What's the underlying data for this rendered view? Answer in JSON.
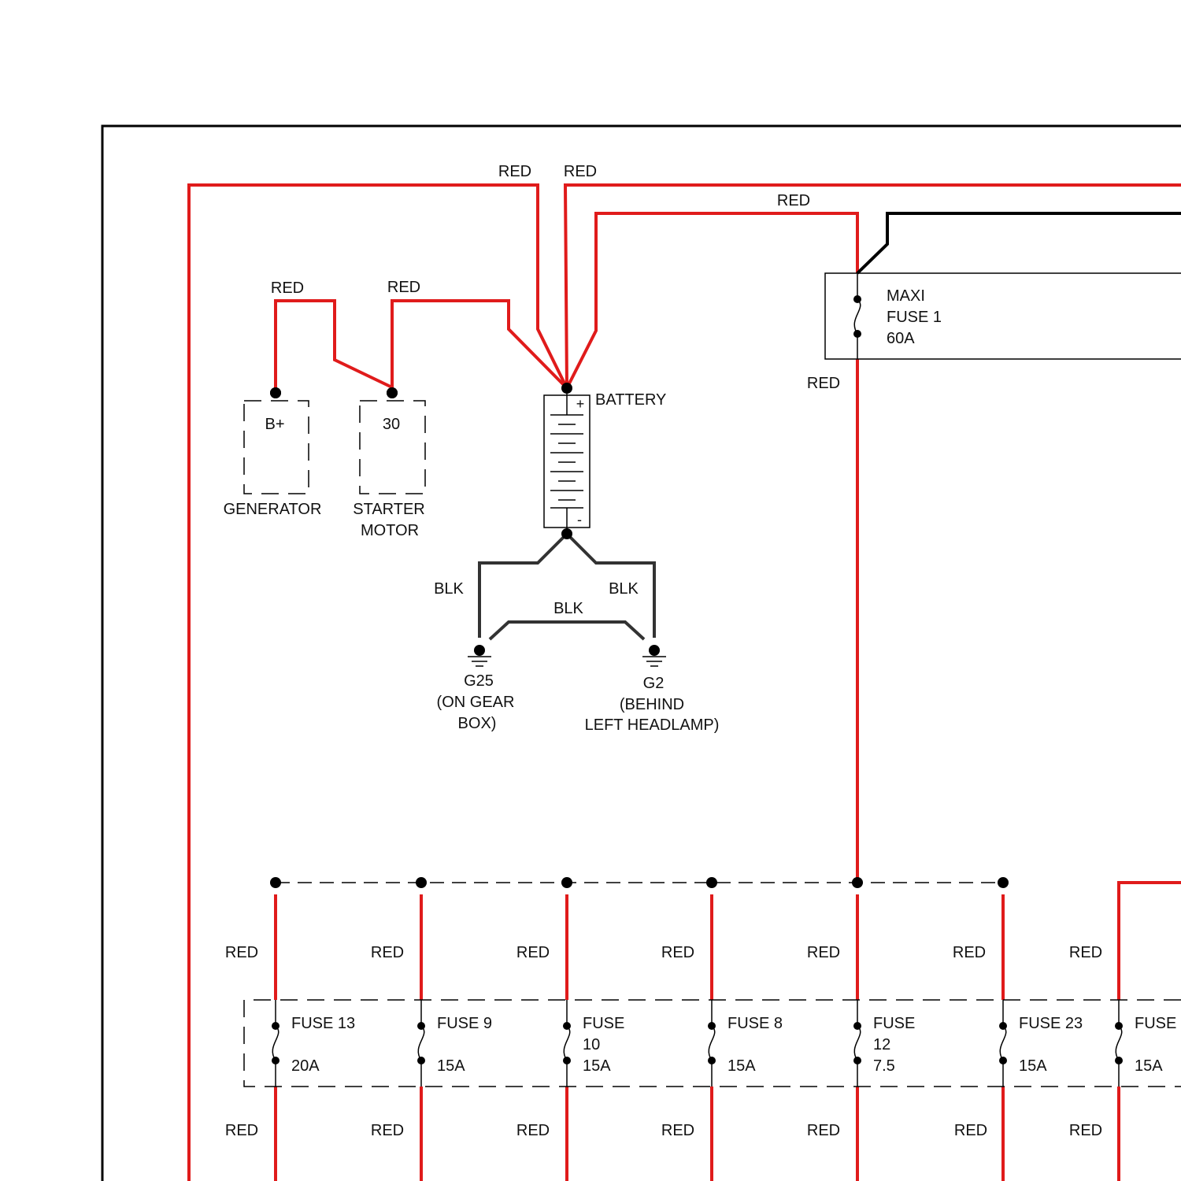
{
  "colors": {
    "red_wire": "#e01b1b",
    "black_wire": "#000000",
    "ground_wire": "#333333",
    "outline": "#000000",
    "background": "#ffffff"
  },
  "wire_labels": {
    "red": "RED",
    "blk": "BLK"
  },
  "components": {
    "generator": {
      "terminal": "B+",
      "label": "GENERATOR"
    },
    "starter_motor": {
      "terminal": "30",
      "label_line1": "STARTER",
      "label_line2": "MOTOR"
    },
    "battery": {
      "label": "BATTERY",
      "plus": "+",
      "minus": "-"
    },
    "ground_g25": {
      "line1": "G25",
      "line2": "(ON GEAR",
      "line3": "BOX)"
    },
    "ground_g2": {
      "line1": "G2",
      "line2": "(BEHIND",
      "line3": "LEFT HEADLAMP)"
    },
    "maxi_fuse": {
      "line1": "MAXI",
      "line2": "FUSE 1",
      "line3": "60A"
    }
  },
  "fuses": [
    {
      "name_line1": "FUSE 13",
      "name_line2": "",
      "rating": "20A"
    },
    {
      "name_line1": "FUSE 9",
      "name_line2": "",
      "rating": "15A"
    },
    {
      "name_line1": "FUSE",
      "name_line2": "10",
      "rating": "15A"
    },
    {
      "name_line1": "FUSE 8",
      "name_line2": "",
      "rating": "15A"
    },
    {
      "name_line1": "FUSE",
      "name_line2": "12",
      "rating": "7.5"
    },
    {
      "name_line1": "FUSE 23",
      "name_line2": "",
      "rating": "15A"
    },
    {
      "name_line1": "FUSE",
      "name_line2": "",
      "rating": "15A"
    }
  ]
}
